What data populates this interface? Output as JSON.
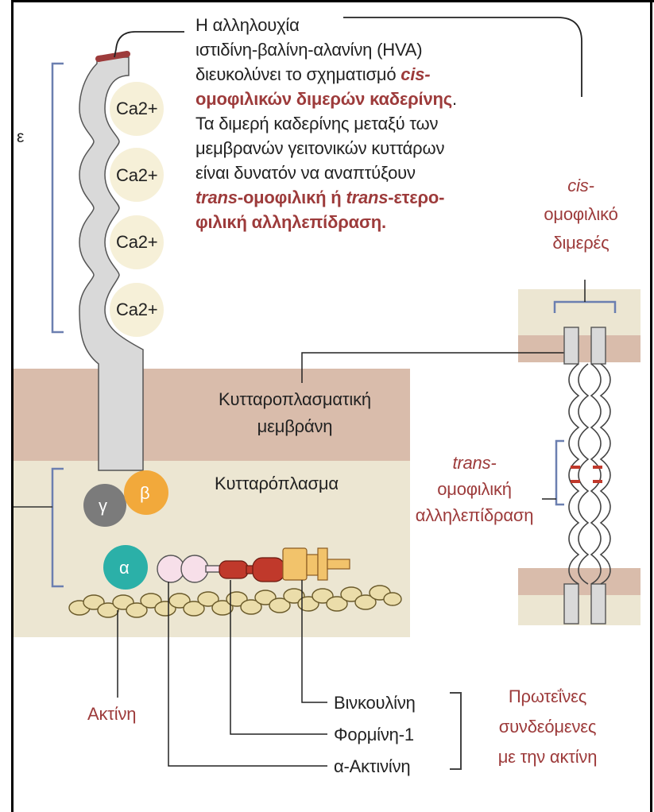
{
  "colors": {
    "membrane_band": "#d9bcab",
    "cytoplasm_band": "#ece6d2",
    "cadherin_fill": "#d9d9d9",
    "accent_red": "#9d3b3b",
    "gamma_catenin": "#7b7b7b",
    "beta_catenin": "#f2a93b",
    "alpha_catenin": "#2bb0a8",
    "actinin": "#f4d7e6",
    "formin": "#c0392b",
    "vinculin": "#f2c36b",
    "actin": "#e8d9a0",
    "bracket_blue": "#6b7fb0"
  },
  "calcium": [
    "Ca2+",
    "Ca2+",
    "Ca2+",
    "Ca2+"
  ],
  "partial_left_char": "ε",
  "callout": {
    "l1": "Η αλληλουχία",
    "l2": "ιστιδίνη-βαλίνη-αλανίνη (HVA)",
    "l3a": "διευκολύνει το σχηματισμό ",
    "l3b": "cis-",
    "l4a": "ομοφιλικών διμερών καδερίνης",
    "l4b": ".",
    "l5": "Τα διμερή καδερίνης μεταξύ των",
    "l6": "μεμβρανών γειτονικών κυττάρων",
    "l7": "είναι δυνατόν να αναπτύξουν",
    "l8a": "trans",
    "l8b": "-ομοφιλική ή ",
    "l8c": "trans",
    "l8d": "-ετερο-",
    "l9": "φιλική αλληλεπίδραση."
  },
  "cis": {
    "l1": "cis-",
    "l2": "ομοφιλικό",
    "l3": "διμερές"
  },
  "membrane_label": {
    "l1": "Κυτταροπλασματική",
    "l2": "μεμβράνη"
  },
  "cytoplasm_label": "Κυτταρόπλασμα",
  "catenins": {
    "gamma": "γ",
    "beta": "β",
    "alpha": "α"
  },
  "trans": {
    "l1": "trans-",
    "l2": "ομοφιλική",
    "l3": "αλληλεπίδραση"
  },
  "actin_label": "Ακτίνη",
  "proteins": {
    "vinculin": "Βινκουλίνη",
    "formin": "Φορμίνη-1",
    "actinin": "α-Ακτινίνη"
  },
  "group_label": {
    "l1": "Πρωτεΐνες",
    "l2": "συνδεόμενες",
    "l3": "με την ακτίνη"
  }
}
